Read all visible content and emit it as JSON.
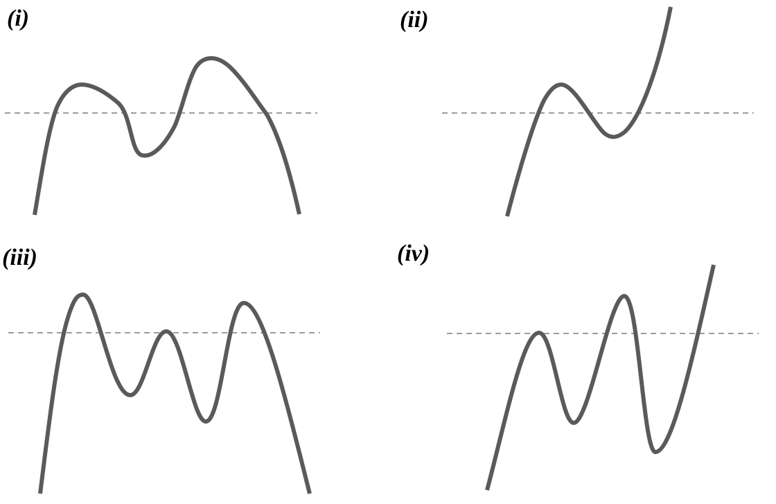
{
  "colors": {
    "curve": "#5a5a5a",
    "axis": "#7a7a7a",
    "label": "#000000"
  },
  "panels": [
    {
      "label": "(i)"
    },
    {
      "label": "(ii)"
    },
    {
      "label": "(iii)"
    },
    {
      "label": "(iv)"
    }
  ]
}
